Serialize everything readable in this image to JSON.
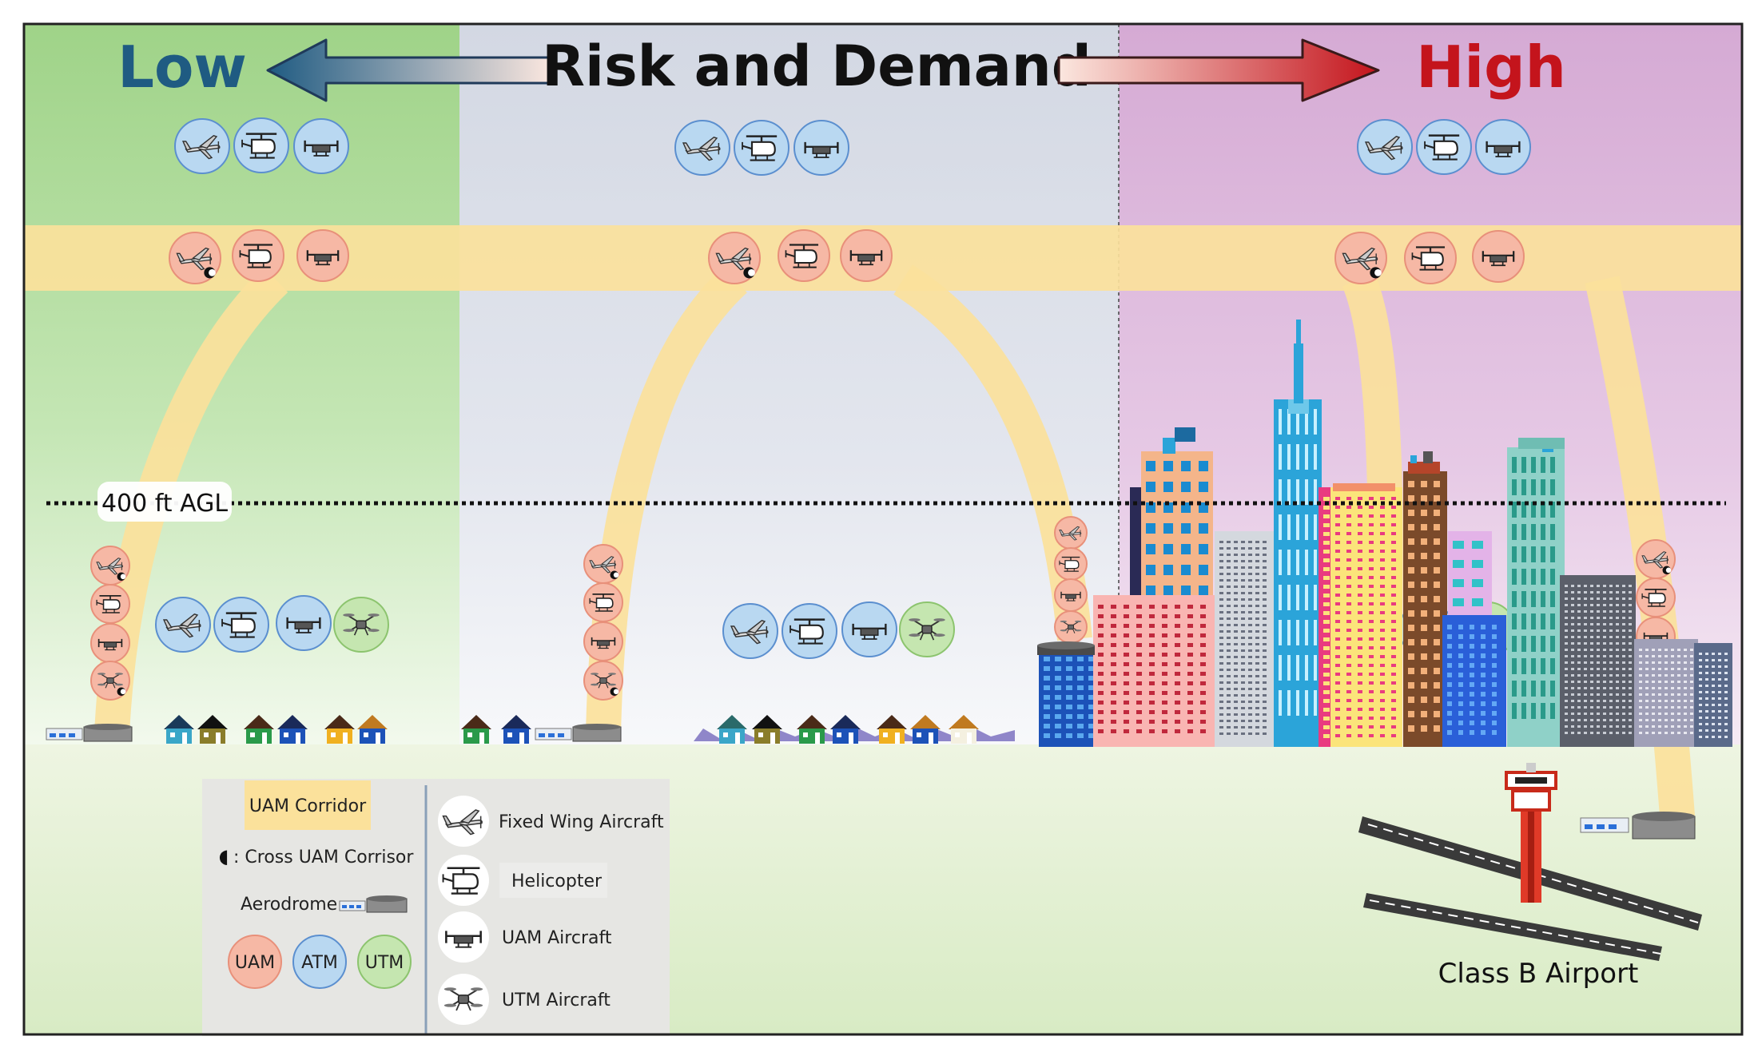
{
  "header": {
    "low_label": "Low",
    "title": "Risk and Demand",
    "high_label": "High"
  },
  "altitude_label": "400 ft AGL",
  "airport_label": "Class B Airport",
  "legend": {
    "corridor": "UAM Corridor",
    "cross_symbol": "◖",
    "cross": ": Cross UAM Corrisor",
    "aerodrome": "Aerodrome",
    "uam": "UAM",
    "atm": "ATM",
    "utm": "UTM",
    "fixed_wing": "Fixed Wing Aircraft",
    "helicopter": "Helicopter",
    "uam_aircraft": "UAM Aircraft",
    "utm_aircraft": "UTM Aircraft"
  },
  "colors": {
    "zone_low": "#a6d58d",
    "zone_mid": "#d6dae4",
    "zone_high": "#d7aed6",
    "corridor": "#fbe19b",
    "uam": "#f6b8a5",
    "atm": "#b9d8f1",
    "utm": "#c5e6b0",
    "low_text": "#1f5b82",
    "high_text": "#c4141c",
    "tower": "#e03a28"
  },
  "icons": [
    "fixed-wing-icon",
    "helicopter-icon",
    "uam-aircraft-icon",
    "utm-aircraft-icon"
  ]
}
